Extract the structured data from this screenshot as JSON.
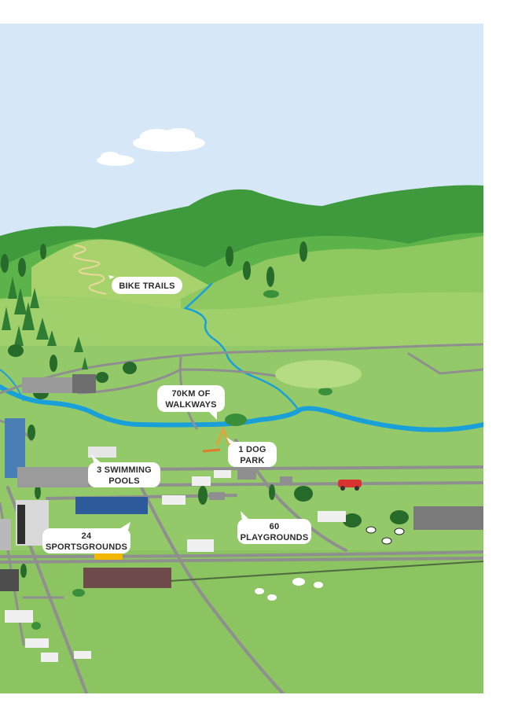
{
  "map": {
    "labels": {
      "bike_trails": "BIKE TRAILS",
      "walkways_line1": "70KM OF",
      "walkways_line2": "WALKWAYS",
      "dog_park_line1": "1 DOG",
      "dog_park_line2": "PARK",
      "pools_line1": "3 SWIMMING",
      "pools_line2": "POOLS",
      "playgrounds_line1": "60",
      "playgrounds_line2": "PLAYGROUNDS",
      "sportsgrounds_line1": "24",
      "sportsgrounds_line2": "SPORTSGROUNDS"
    },
    "colors": {
      "sky": "#d6e8f7",
      "hills_dark": "#3f9a3e",
      "hills_mid": "#6ab84a",
      "hills_light": "#a8d36c",
      "grass": "#94c96a",
      "road": "#8f8f8f",
      "river": "#1aa0d8",
      "callout_bg": "#ffffff"
    }
  }
}
